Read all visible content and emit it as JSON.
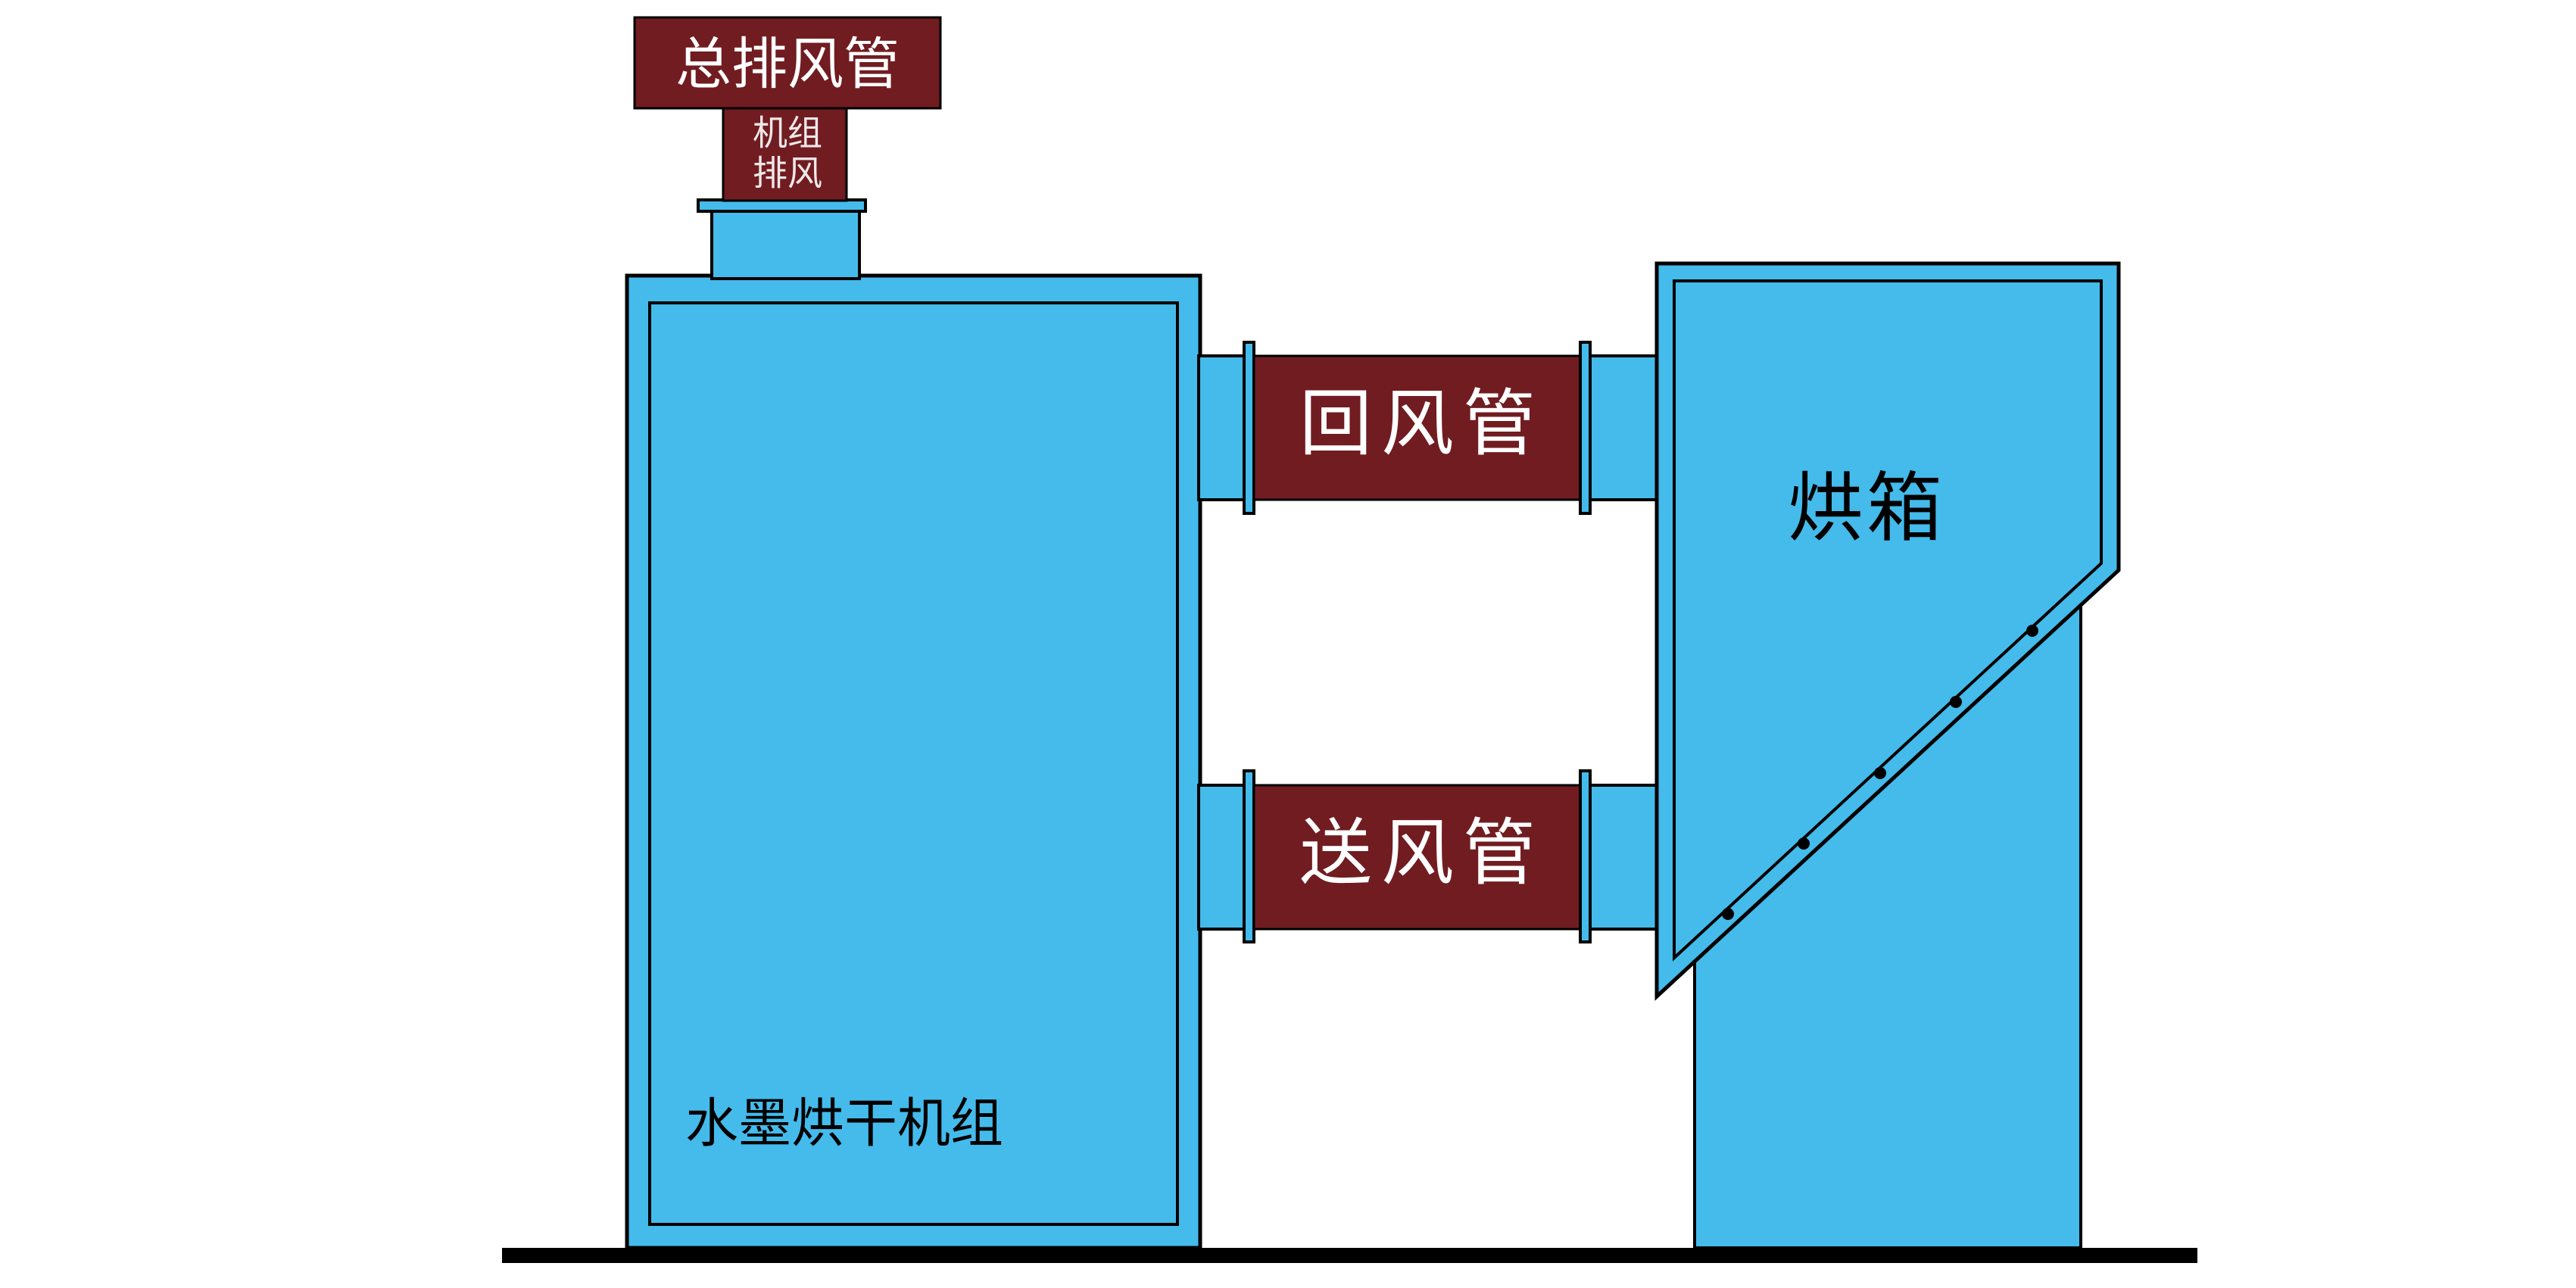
{
  "colors": {
    "unit_blue": "#44BBEB",
    "duct_maroon": "#711C21",
    "outline_black": "#000000",
    "ground_black": "#000000",
    "label_white": "#FFFFFF",
    "stack_label_white": "#EFE8E8",
    "label_black": "#000000"
  },
  "labels": {
    "main_exhaust_duct": "总排风管",
    "unit_exhaust_line1": "机组",
    "unit_exhaust_line2": "排风",
    "return_air_duct": "回风管",
    "supply_air_duct": "送风管",
    "drying_oven": "烘箱",
    "ink_drying_unit": "水墨烘干机组"
  }
}
